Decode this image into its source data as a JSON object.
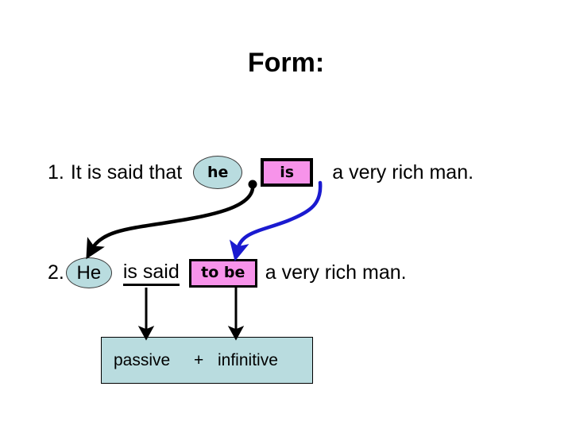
{
  "slide": {
    "background_color": "#ffffff",
    "title": "Form:"
  },
  "colors": {
    "subject_highlight": "#b9dcdf",
    "verb_highlight": "#f793ea",
    "black_arrow": "#000000",
    "blue_arrow": "#1a1ad0",
    "text": "#000000"
  },
  "line1": {
    "number": "1.",
    "text_before": "It is said that",
    "subject_bubble": "he",
    "verb_box": "is",
    "text_after": "a very rich man."
  },
  "line2": {
    "number": "2.",
    "subject_bubble": "He",
    "passive_verb": "is said",
    "infinitive_box": "to be",
    "text_after": "a very rich man."
  },
  "legend": {
    "left_label": "passive",
    "operator": "+",
    "right_label": "infinitive"
  },
  "annotations": {
    "black_curve": "arrow-from-he-to-He",
    "blue_curve": "arrow-from-is-to-to-be",
    "down_arrow_left": "arrow-from-is-said-to-passive",
    "down_arrow_right": "arrow-from-to-be-to-infinitive"
  }
}
